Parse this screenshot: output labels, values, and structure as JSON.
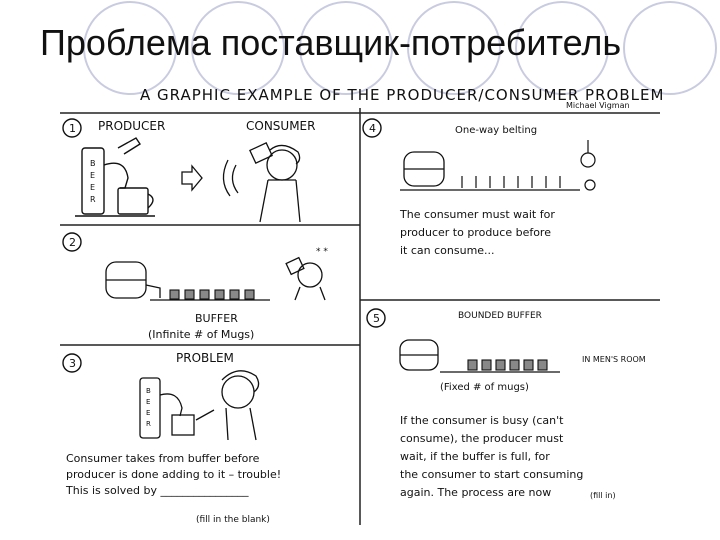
{
  "slide": {
    "title": "Проблема поставщик-потребитель"
  },
  "comic": {
    "heading": "A GRAPHIC EXAMPLE OF THE PRODUCER/CONSUMER PROBLEM",
    "author": "Michael Vigman",
    "panel1": {
      "number": "1",
      "producer_label": "PRODUCER",
      "consumer_label": "CONSUMER",
      "tap_letters": [
        "B",
        "E",
        "E",
        "R"
      ]
    },
    "panel2": {
      "number": "2",
      "buffer_label": "BUFFER",
      "buffer_note": "(Infinite # of Mugs)"
    },
    "panel3": {
      "number": "3",
      "problem_label": "PROBLEM",
      "tap_letters": [
        "B",
        "E",
        "E",
        "R"
      ],
      "caption_line1": "Consumer takes from buffer before",
      "caption_line2": "producer is done adding to it – trouble!",
      "caption_line3": "This is solved by ________________",
      "fill_note": "(fill in the blank)"
    },
    "panel4": {
      "number": "4",
      "belt_label": "One-way belting",
      "caption_line1": "The consumer must wait for",
      "caption_line2": "producer to produce before",
      "caption_line3": "it can consume..."
    },
    "panel5": {
      "number": "5",
      "buffer_label": "BOUNDED BUFFER",
      "buffer_note": "(Fixed # of mugs)",
      "room_label": "IN MEN'S ROOM",
      "caption_line1": "If the consumer is busy (can't",
      "caption_line2": "consume), the producer must",
      "caption_line3": "wait, if the buffer is full, for",
      "caption_line4": "the consumer to start consuming",
      "caption_line5": "again. The process are now",
      "fill_note": "(fill in)"
    }
  }
}
